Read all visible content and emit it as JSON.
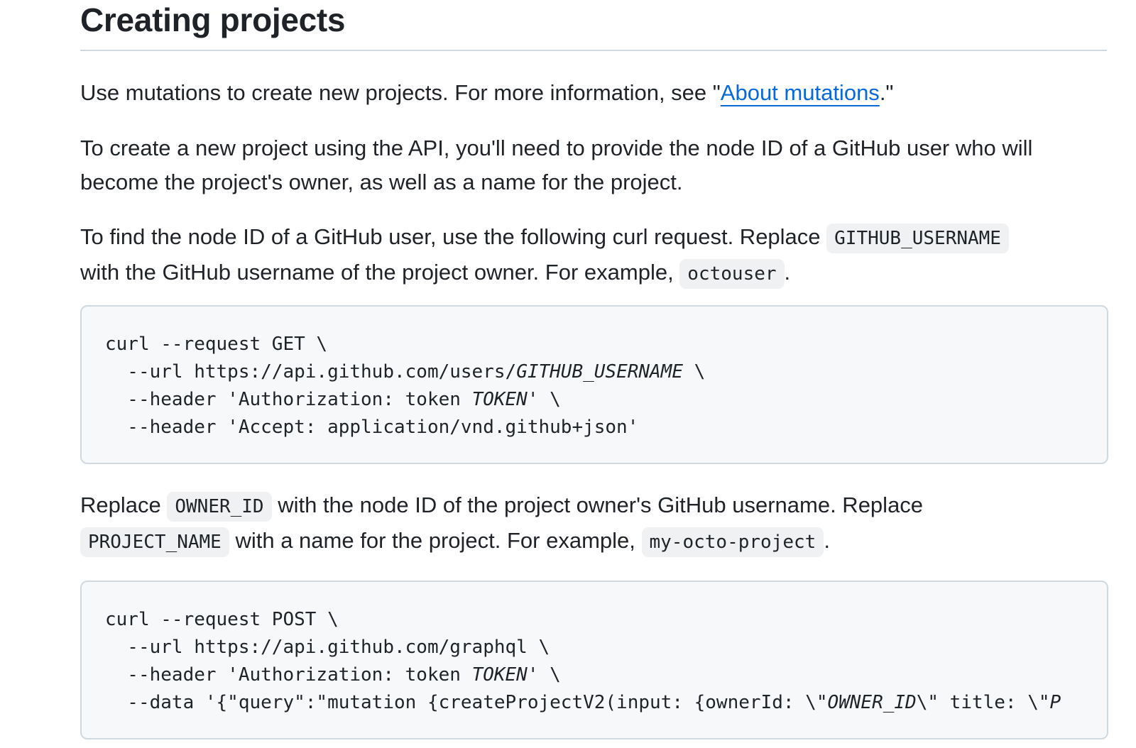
{
  "heading": "Creating projects",
  "para1": {
    "before": "Use mutations to create new projects. For more information, see \"",
    "link": "About mutations",
    "after": ".\""
  },
  "para2": {
    "line1": "To create a new project using the API, you'll need to provide the node ID of a GitHub user who will",
    "line2": "become the project's owner, as well as a name for the project."
  },
  "para3": {
    "text1": "To find the node ID of a GitHub user, use the following curl request. Replace ",
    "code1": "GITHUB_USERNAME",
    "text2": "with the GitHub username of the project owner. For example, ",
    "code2": "octouser",
    "text3": "."
  },
  "code_block_1": {
    "line1": "curl --request GET \\",
    "line2_a": "  --url https://api.github.com/users/",
    "line2_i": "GITHUB_USERNAME",
    "line2_b": " \\",
    "line3_a": "  --header 'Authorization: token ",
    "line3_i": "TOKEN",
    "line3_b": "' \\",
    "line4": "  --header 'Accept: application/vnd.github+json'"
  },
  "para4": {
    "text1": "Replace ",
    "code1": "OWNER_ID",
    "text2": " with the node ID of the project owner's GitHub username. Replace",
    "code2": "PROJECT_NAME",
    "text3": " with a name for the project. For example, ",
    "code3": "my-octo-project",
    "text4": "."
  },
  "code_block_2": {
    "line1": "curl --request POST \\",
    "line2": "  --url https://api.github.com/graphql \\",
    "line3_a": "  --header 'Authorization: token ",
    "line3_i": "TOKEN",
    "line3_b": "' \\",
    "line4_a": "  --data '{\"query\":\"mutation {createProjectV2(input: {ownerId: \\\"",
    "line4_i": "OWNER_ID",
    "line4_b": "\\\" title: \\\"",
    "line4_i2": "P"
  }
}
